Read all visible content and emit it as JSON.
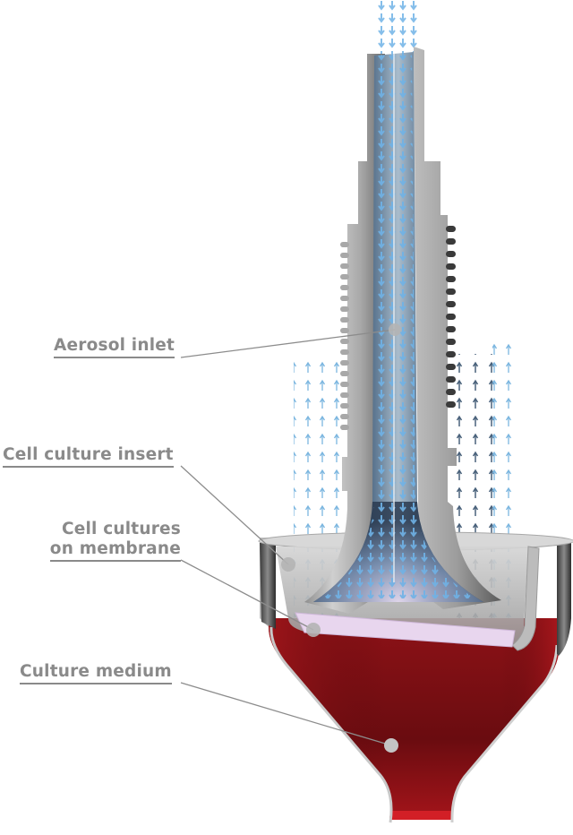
{
  "figure": {
    "title": "Aerosol exposure device cross-section",
    "labels": {
      "aerosol_inlet": "Aerosol inlet",
      "cell_culture_insert": "Cell culture insert",
      "cell_cultures_line1": "Cell cultures",
      "cell_cultures_line2": "on membrane",
      "culture_medium": "Culture medium"
    },
    "colors": {
      "label_text": "#8a8a8a",
      "leader_line": "#8c8c8c",
      "callout_dot": "#b4b4b4",
      "metal_light": "#c9c9c9",
      "metal_mid": "#9a9a9a",
      "metal_dark": "#4a4a4a",
      "arrow_blue": "#5aa0d8",
      "arrow_dark": "#1e3550",
      "medium_red": "#7a0f12",
      "medium_red_bright": "#b3161c",
      "membrane": "#e6d4ea"
    },
    "icons": {
      "flow_arrow": "up-arrow-icon",
      "flow_arrow_down": "down-arrow-icon",
      "callout": "callout-dot-icon"
    }
  }
}
